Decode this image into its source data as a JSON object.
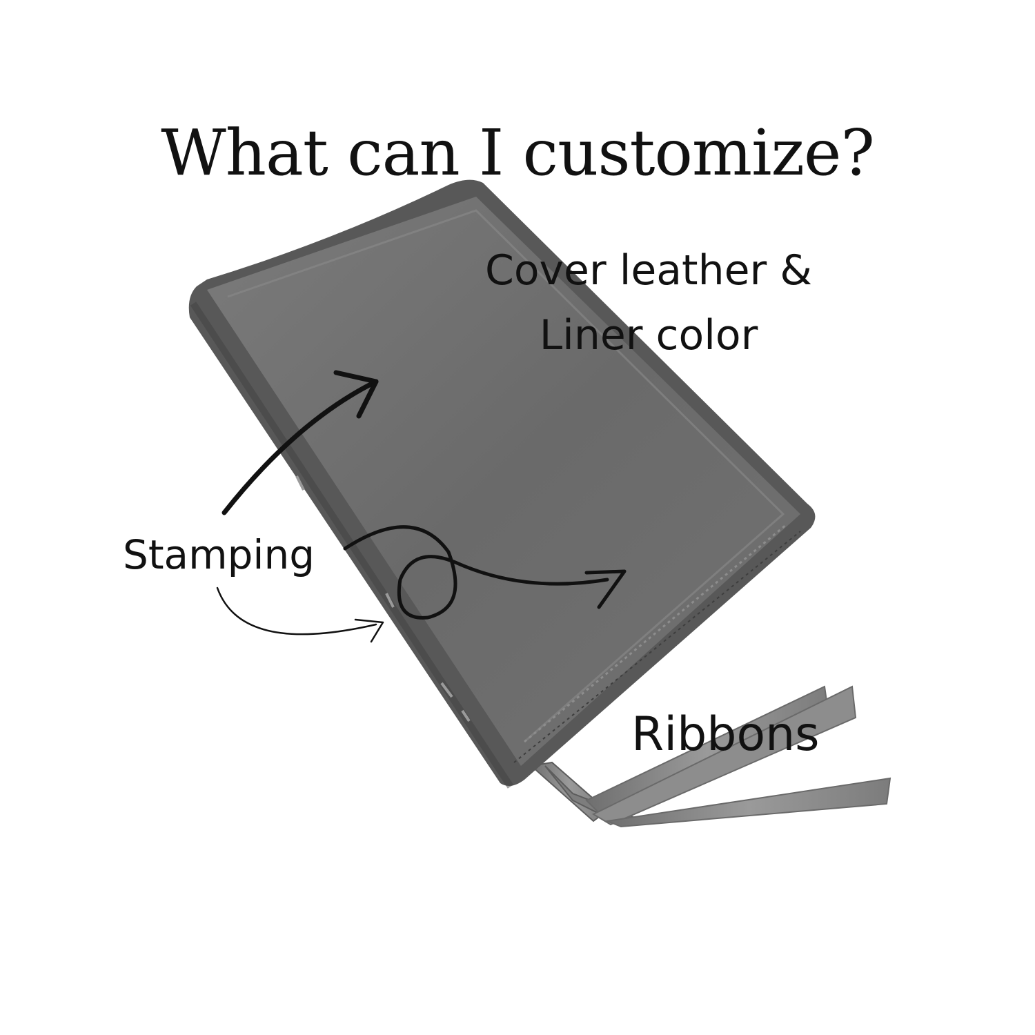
{
  "heading": "What can I customize?",
  "labels": {
    "cover_line1": "Cover leather &",
    "cover_line2": "Liner color",
    "stamping": "Stamping",
    "ribbons": "Ribbons"
  },
  "colors": {
    "cover": "#6e6e6e",
    "border": "#5a5a5a",
    "spine": "#4a4a4a",
    "ribbon": "#8a8a8a",
    "ink": "#111111"
  }
}
